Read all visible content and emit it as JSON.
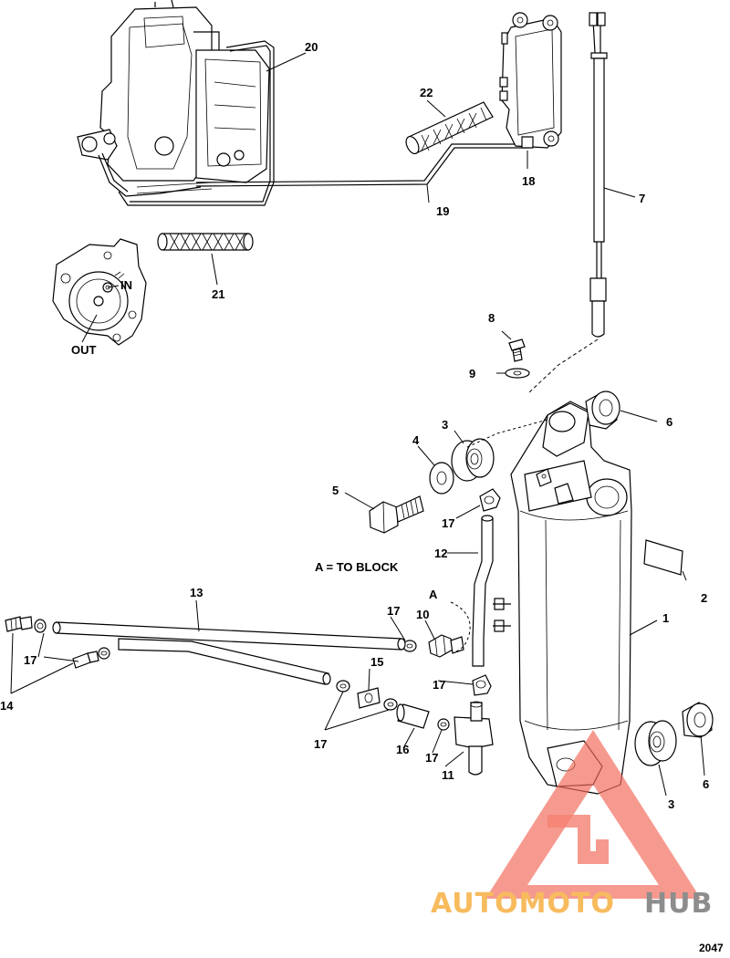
{
  "callouts": {
    "c1": "1",
    "c2": "2",
    "c3a": "3",
    "c3b": "3",
    "c4": "4",
    "c5": "5",
    "c6a": "6",
    "c6b": "6",
    "c7": "7",
    "c8": "8",
    "c9": "9",
    "c10": "10",
    "c11": "11",
    "c12": "12",
    "c13": "13",
    "c14": "14",
    "c15": "15",
    "c16": "16",
    "c17a": "17",
    "c17b": "17",
    "c17c": "17",
    "c17d": "17",
    "c17e": "17",
    "c17f": "17",
    "c18": "18",
    "c19": "19",
    "c20": "20",
    "c21": "21",
    "c22": "22"
  },
  "annotations": {
    "block_note": "A = TO BLOCK",
    "point_a": "A",
    "inlet": "IN",
    "outlet": "OUT"
  },
  "figure_number": "2047",
  "watermark": {
    "part1": "AUTOMOTO",
    "part2": "HUB",
    "color_primary": "#f26b5b",
    "color_secondary": "#f6b042",
    "color_tertiary": "#7a7a7a"
  }
}
